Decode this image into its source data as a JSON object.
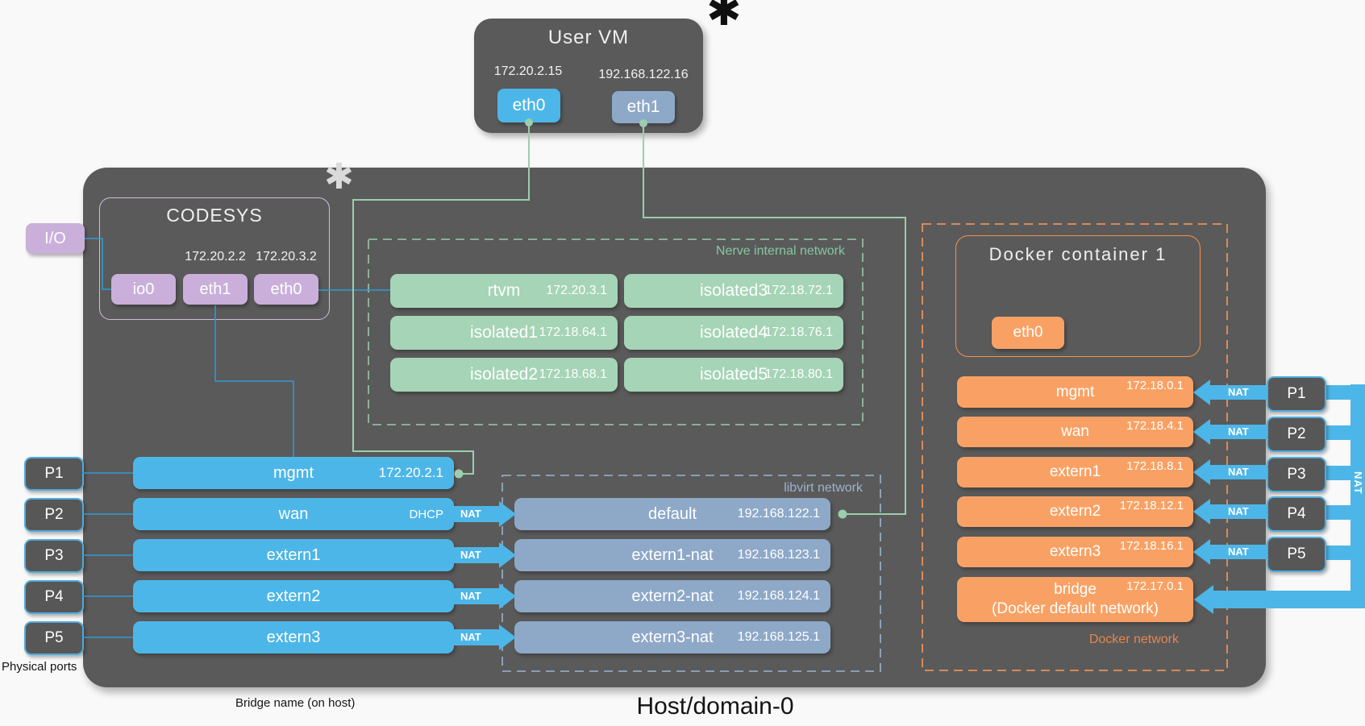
{
  "colors": {
    "host_fill": "#5A5A5A",
    "bridge_blue": "#4DB6E8",
    "libvirt_blue_gray": "#8EA8C8",
    "nerve_green": "#A5D4B6",
    "green_wire": "#9CCDAD",
    "codesys_purple": "#C9AFDA",
    "docker_orange": "#F9A164",
    "docker_border": "#EF9350",
    "port_border": "#4FACDE",
    "blue_wire": "#2E9BD6"
  },
  "user_vm": {
    "title": "User VM",
    "asterisk": "✱",
    "interfaces": [
      {
        "name": "eth0",
        "ip": "172.20.2.15"
      },
      {
        "name": "eth1",
        "ip": "192.168.122.16"
      }
    ]
  },
  "codesys": {
    "title": "CODESYS",
    "asterisk": "✱",
    "interfaces": [
      {
        "name": "io0",
        "ip": ""
      },
      {
        "name": "eth1",
        "ip": "172.20.2.2"
      },
      {
        "name": "eth0",
        "ip": "172.20.3.2"
      }
    ]
  },
  "io_module": {
    "label": "I/O"
  },
  "nerve_network": {
    "label": "Nerve internal network",
    "col1": [
      {
        "name": "rtvm",
        "ip": "172.20.3.1"
      },
      {
        "name": "isolated1",
        "ip": "172.18.64.1"
      },
      {
        "name": "isolated2",
        "ip": "172.18.68.1"
      }
    ],
    "col2": [
      {
        "name": "isolated3",
        "ip": "172.18.72.1"
      },
      {
        "name": "isolated4",
        "ip": "172.18.76.1"
      },
      {
        "name": "isolated5",
        "ip": "172.18.80.1"
      }
    ]
  },
  "libvirt_network": {
    "label": "libvirt network",
    "bridges": [
      {
        "name": "default",
        "ip": "192.168.122.1"
      },
      {
        "name": "extern1-nat",
        "ip": "192.168.123.1"
      },
      {
        "name": "extern2-nat",
        "ip": "192.168.124.1"
      },
      {
        "name": "extern3-nat",
        "ip": "192.168.125.1"
      }
    ]
  },
  "host_bridges": [
    {
      "name": "mgmt",
      "right": "172.20.2.1",
      "nat": false
    },
    {
      "name": "wan",
      "right": "DHCP",
      "nat": true
    },
    {
      "name": "extern1",
      "right": "",
      "nat": true
    },
    {
      "name": "extern2",
      "right": "",
      "nat": true
    },
    {
      "name": "extern3",
      "right": "",
      "nat": true
    }
  ],
  "left_ports": {
    "items": [
      "P1",
      "P2",
      "P3",
      "P4",
      "P5"
    ],
    "caption": "Physical ports"
  },
  "right_ports": {
    "items": [
      "P1",
      "P2",
      "P3",
      "P4",
      "P5"
    ],
    "nat_vertical": "NAT"
  },
  "docker": {
    "container_title": "Docker container 1",
    "interface": "eth0",
    "network_label": "Docker network",
    "bridges": [
      {
        "name": "mgmt",
        "sub": "",
        "ip": "172.18.0.1",
        "nat": "NAT"
      },
      {
        "name": "wan",
        "sub": "",
        "ip": "172.18.4.1",
        "nat": "NAT"
      },
      {
        "name": "extern1",
        "sub": "",
        "ip": "172.18.8.1",
        "nat": "NAT"
      },
      {
        "name": "extern2",
        "sub": "",
        "ip": "172.18.12.1",
        "nat": "NAT"
      },
      {
        "name": "extern3",
        "sub": "",
        "ip": "172.18.16.1",
        "nat": "NAT"
      },
      {
        "name": "bridge",
        "sub": "(Docker default network)",
        "ip": "172.17.0.1",
        "nat": ""
      }
    ]
  },
  "nat_text": "NAT",
  "footer": {
    "bridge_name_note": "Bridge name (on host)",
    "host_label": "Host/domain-0"
  }
}
